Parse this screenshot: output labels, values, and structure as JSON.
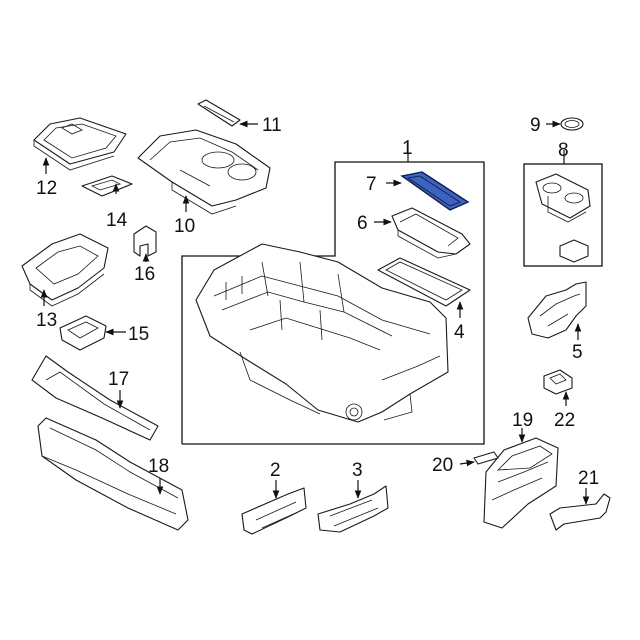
{
  "colors": {
    "highlight": "#3b63c4",
    "highlight_stroke": "#0d1d55",
    "line": "#1a1a1a"
  },
  "callouts": {
    "p1": "1",
    "p2": "2",
    "p3": "3",
    "p4": "4",
    "p5": "5",
    "p6": "6",
    "p7": "7",
    "p8": "8",
    "p9": "9",
    "p10": "10",
    "p11": "11",
    "p12": "12",
    "p13": "13",
    "p14": "14",
    "p15": "15",
    "p16": "16",
    "p17": "17",
    "p18": "18",
    "p19": "19",
    "p20": "20",
    "p21": "21",
    "p22": "22"
  },
  "highlighted_part": "7"
}
